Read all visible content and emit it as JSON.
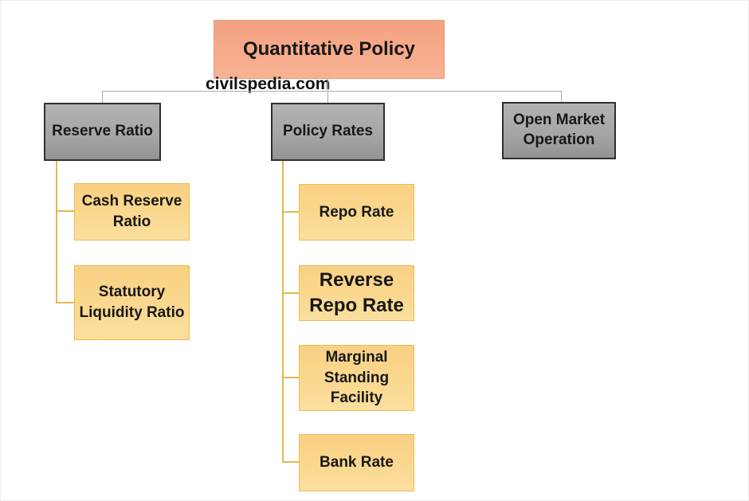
{
  "watermark": "civilspedia.com",
  "colors": {
    "root_fill": "#F5A989",
    "root_border": "#E59A79",
    "branch_fill": "#A6A6A6",
    "branch_border": "#2F2F2F",
    "leaf_fill": "#FAD88F",
    "leaf_border": "#ECBC57",
    "connector_gray": "#ABABAB",
    "connector_gold": "#E2B94E",
    "text": "#171717"
  },
  "diagram": {
    "root": {
      "label": "Quantitative Policy"
    },
    "branches": [
      {
        "label": "Reserve Ratio",
        "children": [
          {
            "label": "Cash Reserve Ratio"
          },
          {
            "label": "Statutory Liquidity Ratio"
          }
        ]
      },
      {
        "label": "Policy Rates",
        "children": [
          {
            "label": "Repo Rate"
          },
          {
            "label": "Reverse Repo Rate"
          },
          {
            "label": "Marginal Standing Facility"
          },
          {
            "label": "Bank Rate"
          }
        ]
      },
      {
        "label": "Open Market Operation",
        "children": []
      }
    ]
  }
}
